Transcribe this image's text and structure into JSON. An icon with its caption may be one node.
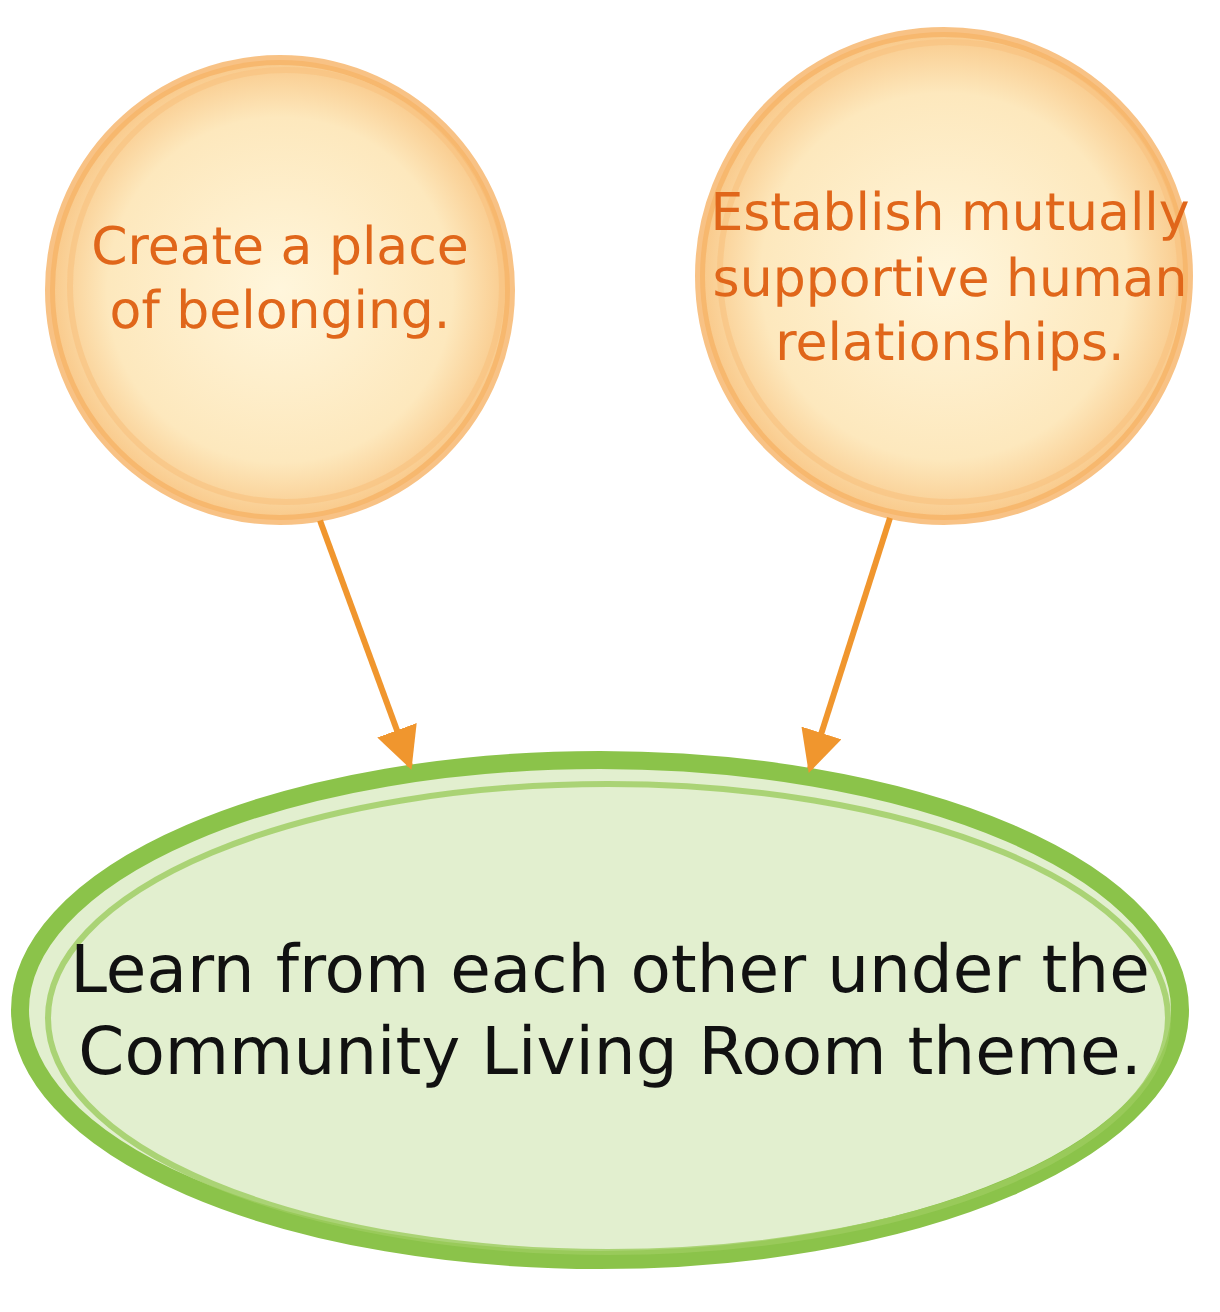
{
  "diagram": {
    "nodes": [
      {
        "text": [
          "Create a place of belonging."
        ]
      },
      {
        "text": [
          "Establish mutually supportive human relationships."
        ]
      },
      {
        "text": [
          "Learn from each other under the Community Living Room theme."
        ]
      }
    ],
    "edges": [
      {
        "from": 0,
        "to": 2,
        "arrow": "to"
      },
      {
        "from": 1,
        "to": 2,
        "arrow": "to"
      }
    ]
  }
}
